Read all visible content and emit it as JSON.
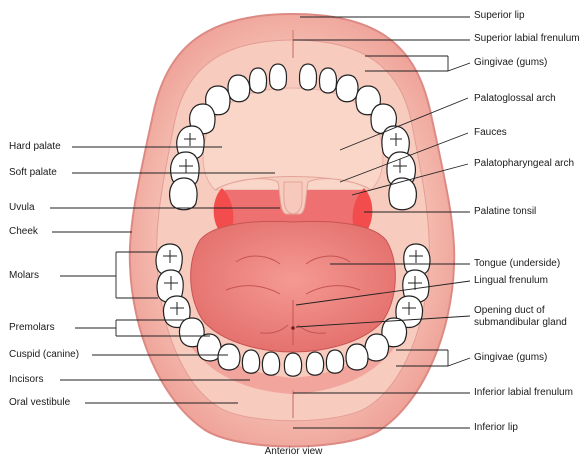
{
  "diagram": {
    "caption": "Anterior view",
    "labels_left": [
      "Hard palate",
      "Soft palate",
      "Uvula",
      "Cheek",
      "Molars",
      "Premolars",
      "Cuspid (canine)",
      "Incisors",
      "Oral vestibule"
    ],
    "labels_right": [
      "Superior lip",
      "Superior labial frenulum",
      "Gingivae (gums)",
      "Palatoglossal arch",
      "Fauces",
      "Palatopharyngeal arch",
      "Palatine tonsil",
      "Tongue (underside)",
      "Lingual frenulum",
      "Opening duct of",
      "submandibular gland",
      "Gingivae (gums)",
      "Inferior labial frenulum",
      "Inferior lip"
    ],
    "colors": {
      "lip": "#f4b3a8",
      "lip_edge": "#e3908a",
      "mouth_interior": "#f6c2b5",
      "palate": "#f9d4c6",
      "throat": "#ee6b6b",
      "tonsil": "#f04a4a",
      "tongue": "#f08a86",
      "tongue_dark": "#d9605e",
      "teeth": "#ffffff",
      "teeth_outline": "#222222",
      "gum": "#f3a8a0",
      "leader_line": "#222222"
    }
  }
}
